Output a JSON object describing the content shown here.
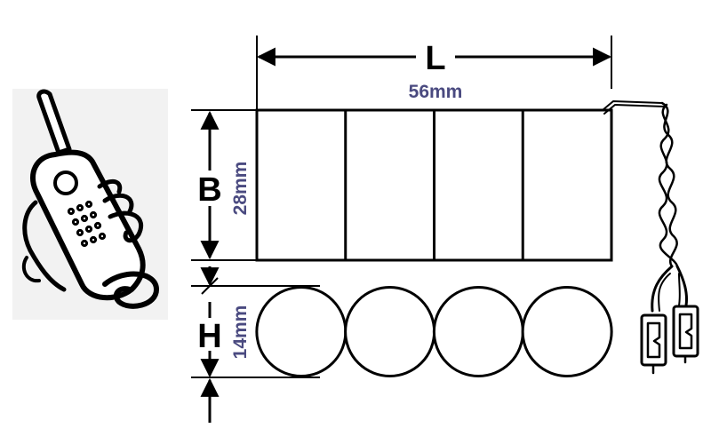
{
  "dimensions": {
    "length": {
      "letter": "L",
      "value": "56mm"
    },
    "breadth": {
      "letter": "B",
      "value": "28mm"
    },
    "height": {
      "letter": "H",
      "value": "14mm"
    }
  },
  "colors": {
    "outline": "#000000",
    "dimension_text": "#4a4a80",
    "icon_fill": "#f2f2f2"
  },
  "icons": {
    "phone": "cordless-phone-icon",
    "connector": "wire-connector-icon"
  },
  "cells": {
    "count": 4
  }
}
